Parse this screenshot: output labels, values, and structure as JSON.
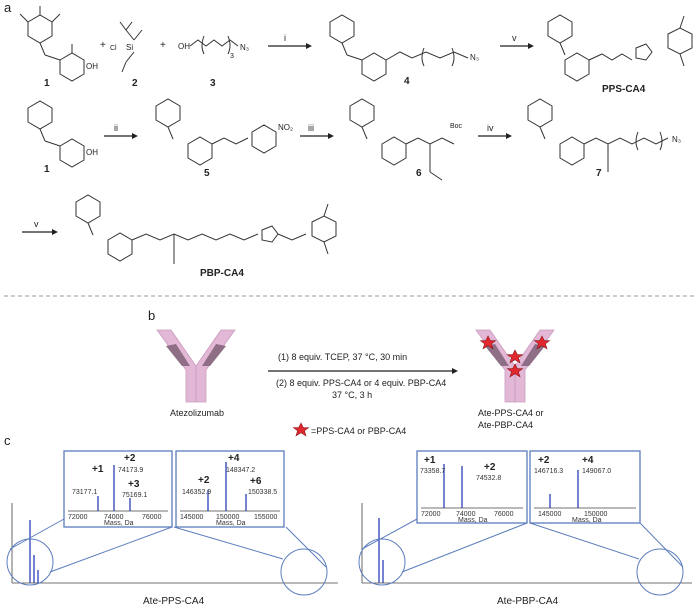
{
  "panel_labels": {
    "a": "a",
    "b": "b",
    "c": "c"
  },
  "compounds": {
    "c1": "1",
    "c2": "2",
    "c3": "3",
    "c4": "4",
    "c5": "5",
    "c6": "6",
    "c7": "7",
    "pps": "PPS-CA4",
    "pbp": "PBP-CA4"
  },
  "reagent_labels": {
    "i": "i",
    "ii": "ii",
    "iii": "iii",
    "iv": "iv",
    "v1": "v",
    "v2": "v"
  },
  "plus_signs": [
    "+",
    "+"
  ],
  "groups": {
    "n3": "N₃",
    "oh": "OH",
    "no2": "NO₂",
    "boc": "Boc",
    "sub3": "3",
    "si": "Si",
    "cl": "Cl"
  },
  "panel_b": {
    "antibody": "Atezolizumab",
    "step1": "(1) 8 equiv. TCEP, 37 °C, 30 min",
    "step2": "(2) 8 equiv. PPS-CA4 or 4 equiv. PBP-CA4",
    "step2b": "37 °C, 3 h",
    "legend": "=PPS-CA4 or PBP-CA4",
    "product_line1": "Ate-PPS-CA4 or",
    "product_line2": "Ate-PBP-CA4"
  },
  "panel_c": {
    "left_title": "Ate-PPS-CA4",
    "right_title": "Ate-PBP-CA4",
    "axis_label": "Mass, Da",
    "boxes": [
      {
        "ticks": [
          "72000",
          "74000",
          "76000"
        ],
        "peaks": [
          {
            "charge": "+1",
            "mass": "73177.1"
          },
          {
            "charge": "+2",
            "mass": "74173.9"
          },
          {
            "charge": "+3",
            "mass": "75169.1"
          }
        ]
      },
      {
        "ticks": [
          "145000",
          "150000",
          "155000"
        ],
        "peaks": [
          {
            "charge": "+2",
            "mass": "146352.9"
          },
          {
            "charge": "+4",
            "mass": "148347.2"
          },
          {
            "charge": "+6",
            "mass": "150338.5"
          }
        ]
      },
      {
        "ticks": [
          "72000",
          "74000",
          "76000"
        ],
        "peaks": [
          {
            "charge": "+1",
            "mass": "73358.7"
          },
          {
            "charge": "+2",
            "mass": "74532.8"
          }
        ]
      },
      {
        "ticks": [
          "145000",
          "150000"
        ],
        "peaks": [
          {
            "charge": "+2",
            "mass": "146716.3"
          },
          {
            "charge": "+4",
            "mass": "149067.0"
          }
        ]
      }
    ]
  },
  "colors": {
    "antibody": "#e2b8d6",
    "star": "#e0282e",
    "box": "#5b7dbd",
    "peak": "#2a3fb8"
  }
}
